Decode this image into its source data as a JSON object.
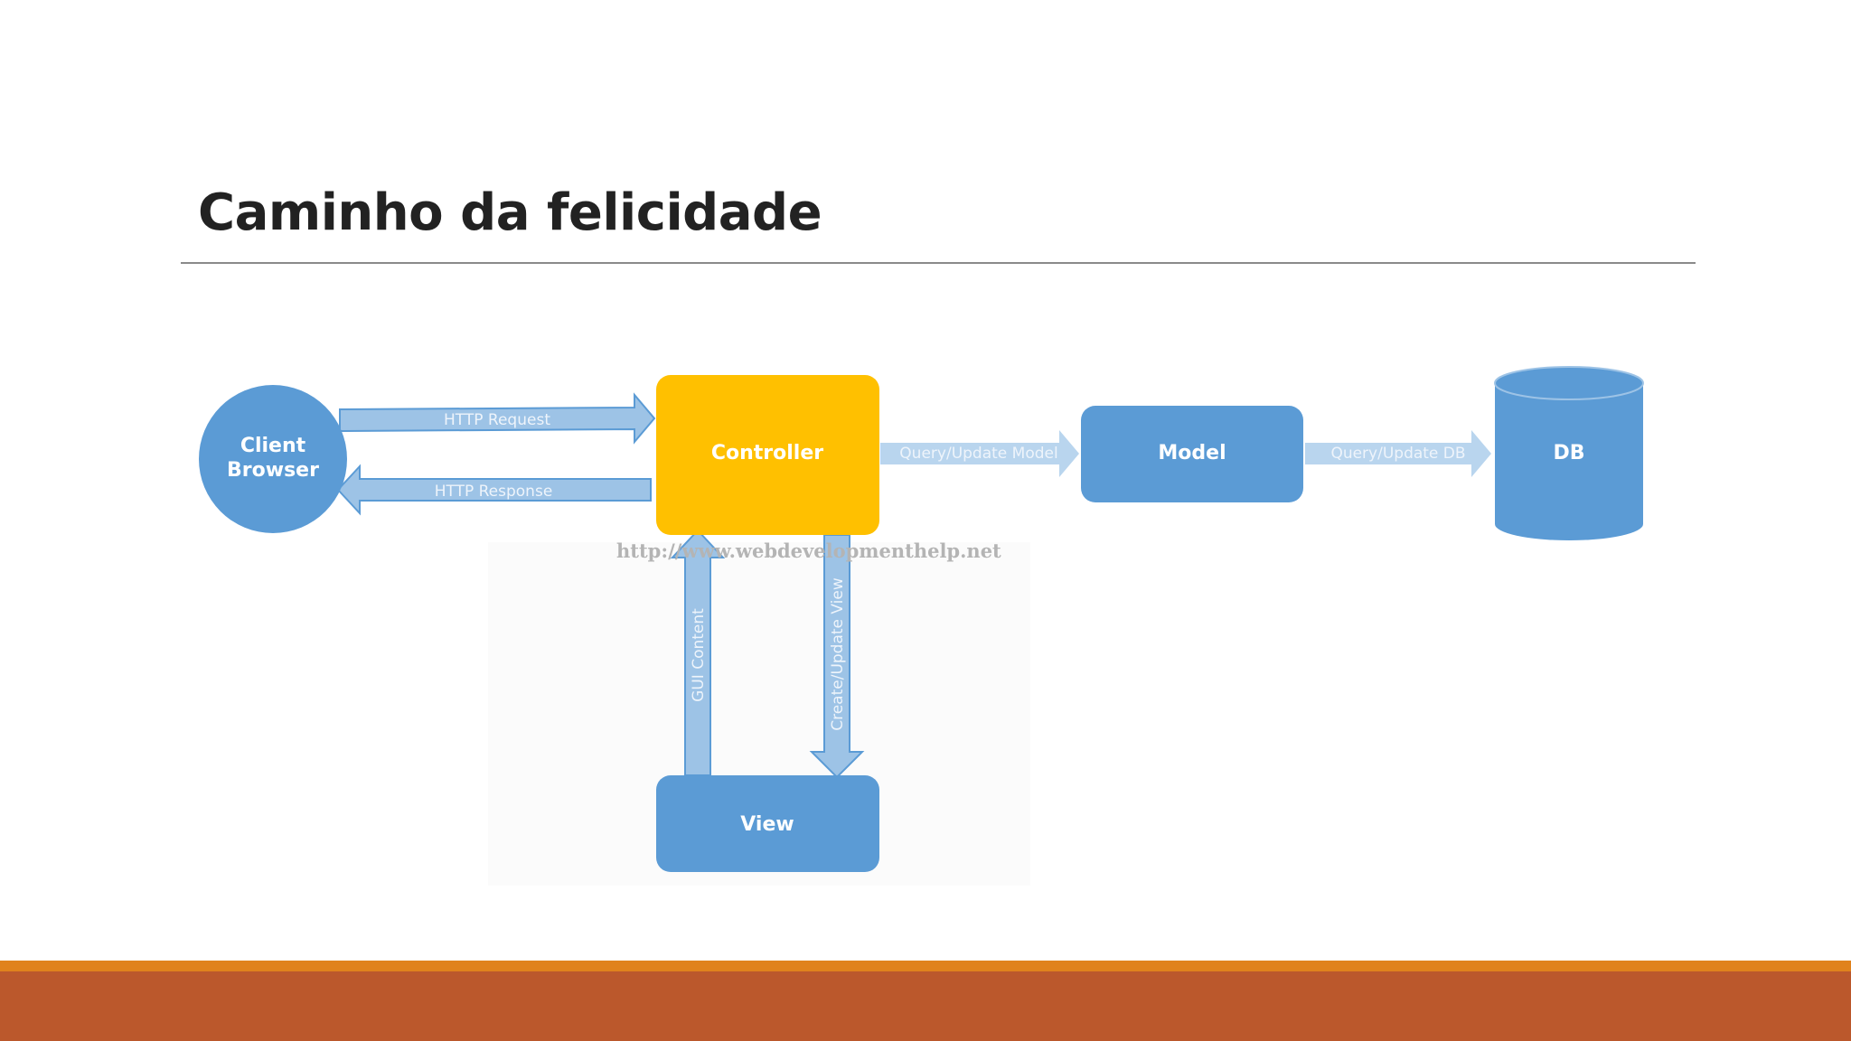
{
  "slide": {
    "title": "Caminho da felicidade"
  },
  "diagram": {
    "nodes": {
      "client_line1": "Client",
      "client_line2": "Browser",
      "controller": "Controller",
      "model": "Model",
      "db": "DB",
      "view": "View"
    },
    "edges": {
      "http_request": "HTTP Request",
      "http_response": "HTTP Response",
      "query_update_model": "Query/Update Model",
      "query_update_db": "Query/Update DB",
      "gui_content": "GUI Content",
      "create_update_view": "Create/Update View"
    },
    "watermark": "http://www.webdevelopmenthelp.net"
  },
  "colors": {
    "node_blue": "#5b9bd5",
    "arrow_blue": "#9dc3e6",
    "controller_yellow": "#ffc000",
    "footer_orange": "#e0821d",
    "footer_rust": "#bb582c"
  }
}
